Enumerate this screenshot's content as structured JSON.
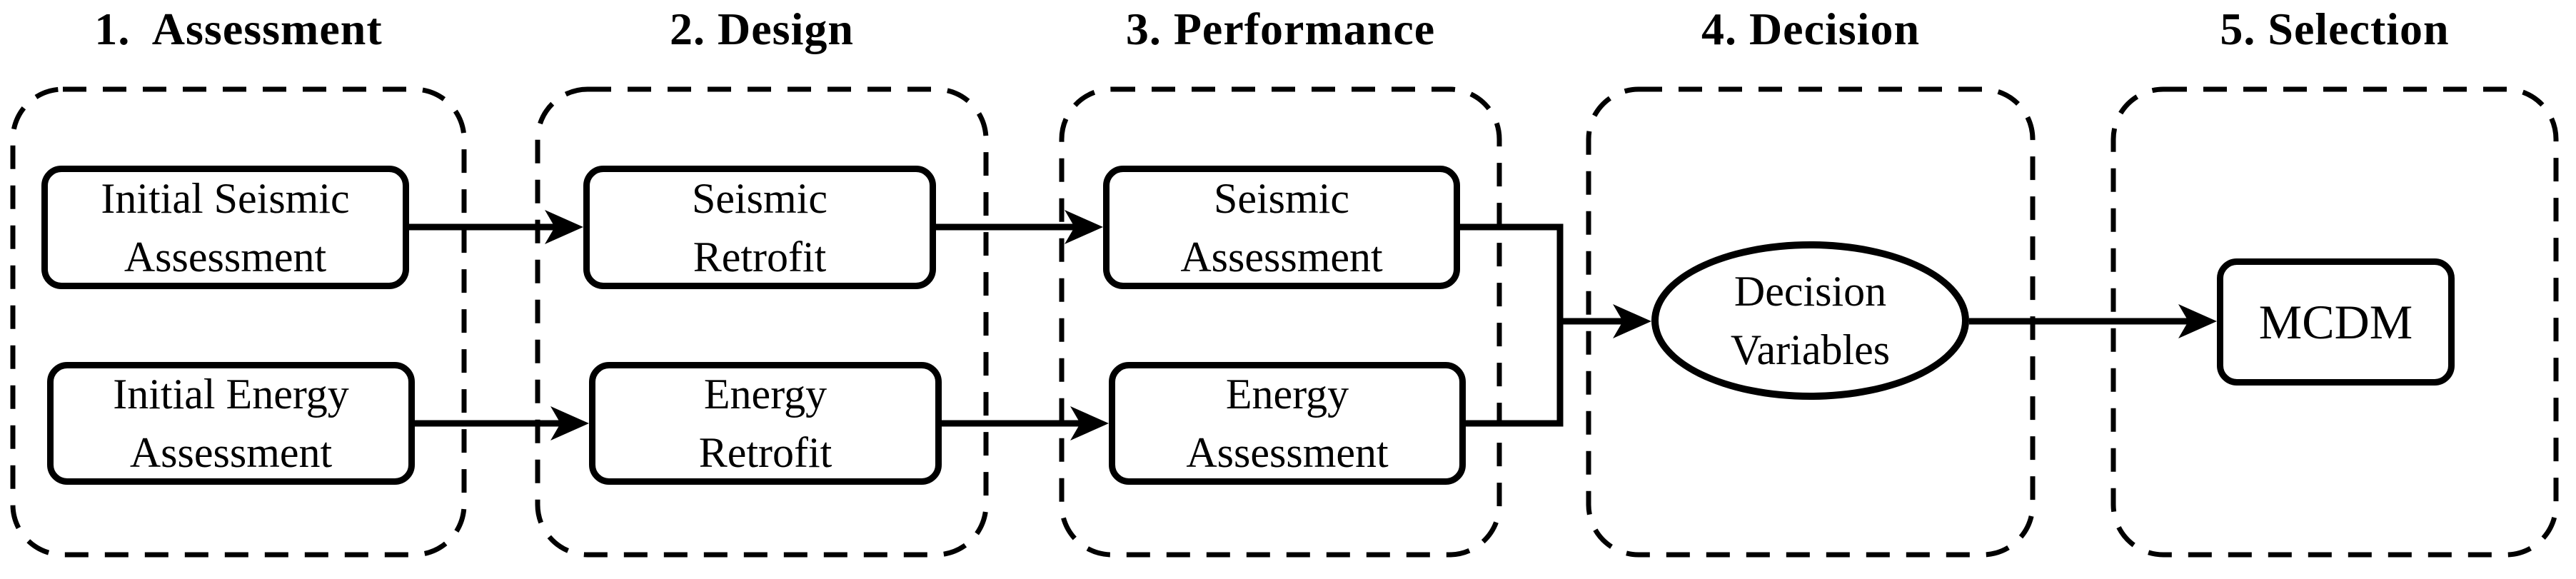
{
  "diagram": {
    "background_color": "#ffffff",
    "ink_color": "#000000",
    "stages": [
      {
        "title": "1.  Assessment",
        "nodes": [
          {
            "label": "Initial Seismic\nAssessment",
            "shape": "rounded-rect"
          },
          {
            "label": "Initial Energy\nAssessment",
            "shape": "rounded-rect"
          }
        ]
      },
      {
        "title": "2. Design",
        "nodes": [
          {
            "label": "Seismic\nRetrofit",
            "shape": "rounded-rect"
          },
          {
            "label": "Energy\nRetrofit",
            "shape": "rounded-rect"
          }
        ]
      },
      {
        "title": "3. Performance",
        "nodes": [
          {
            "label": "Seismic\nAssessment",
            "shape": "rounded-rect"
          },
          {
            "label": "Energy\nAssessment",
            "shape": "rounded-rect"
          }
        ]
      },
      {
        "title": "4. Decision",
        "nodes": [
          {
            "label": "Decision\nVariables",
            "shape": "ellipse"
          }
        ]
      },
      {
        "title": "5. Selection",
        "nodes": [
          {
            "label": "MCDM",
            "shape": "rounded-rect"
          }
        ]
      }
    ],
    "edges": [
      {
        "from": "Initial Seismic Assessment",
        "to": "Seismic Retrofit"
      },
      {
        "from": "Initial Energy Assessment",
        "to": "Energy Retrofit"
      },
      {
        "from": "Seismic Retrofit",
        "to": "Seismic Assessment"
      },
      {
        "from": "Energy Retrofit",
        "to": "Energy Assessment"
      },
      {
        "from": "Seismic Assessment & Energy Assessment (merged)",
        "to": "Decision Variables"
      },
      {
        "from": "Decision Variables",
        "to": "MCDM"
      }
    ]
  }
}
